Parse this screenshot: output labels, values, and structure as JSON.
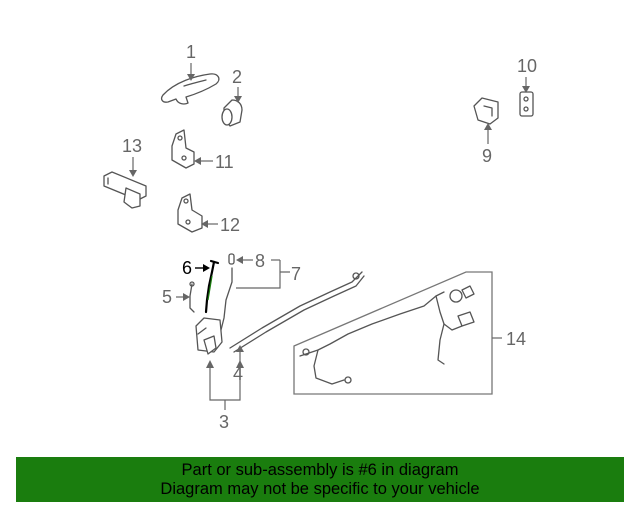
{
  "callouts": {
    "c1": "1",
    "c2": "2",
    "c3": "3",
    "c4": "4",
    "c5": "5",
    "c6": "6",
    "c7": "7",
    "c8": "8",
    "c9": "9",
    "c10": "10",
    "c11": "11",
    "c12": "12",
    "c13": "13",
    "c14": "14"
  },
  "highlighted_part": "6",
  "banner": {
    "line1": "Part or sub-assembly is #6 in diagram",
    "line2": "Diagram may not be specific to your vehicle",
    "background_color": "#1a7d0e"
  },
  "colors": {
    "line_art": "#555555",
    "highlight": "#000000",
    "highlight_accent": "#1a7d0e"
  }
}
